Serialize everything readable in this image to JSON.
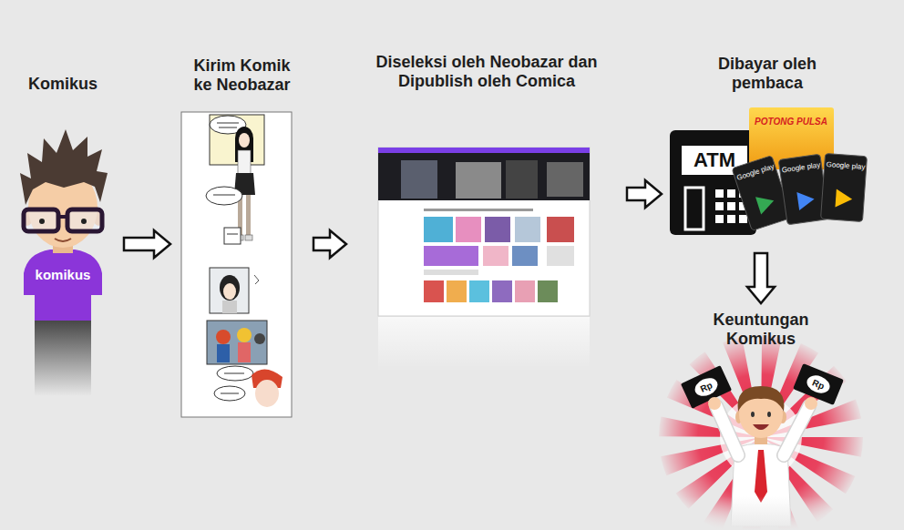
{
  "diagram": {
    "nodes": [
      {
        "text": [
          "Komikus"
        ]
      },
      {
        "text": [
          "Kirim Komik ke Neobazar"
        ]
      },
      {
        "text": [
          "Diseleksi oleh Neobazar dan Dipublish oleh Comica"
        ]
      },
      {
        "text": [
          "Dibayar oleh pembaca"
        ]
      },
      {
        "text": [
          "Keuntungan Komikus"
        ]
      }
    ],
    "edges": [
      {
        "from": 0,
        "to": 1,
        "arrow": "to"
      },
      {
        "from": 1,
        "to": 2,
        "arrow": "to"
      },
      {
        "from": 2,
        "to": 3,
        "arrow": "to"
      },
      {
        "from": 3,
        "to": 4,
        "arrow": "to"
      }
    ],
    "labels": [
      "komikus",
      "ATM",
      "POTONG PULSA",
      "Google play",
      "Google play",
      "Google play",
      "Rp",
      "Rp"
    ]
  }
}
